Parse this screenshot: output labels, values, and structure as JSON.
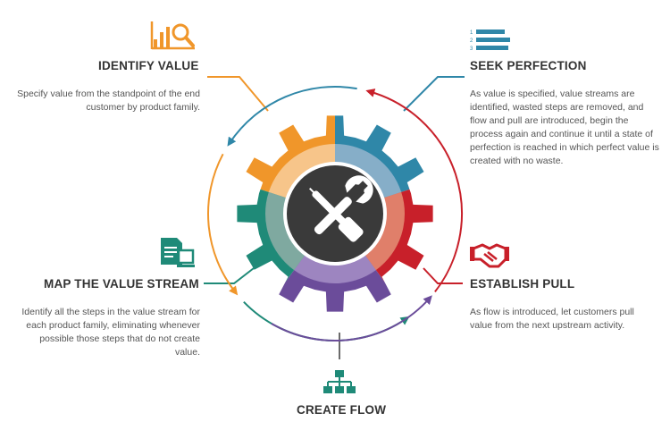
{
  "colors": {
    "orange": "#f0962a",
    "blue": "#2f87a8",
    "red": "#c8202a",
    "purple": "#6b4c9a",
    "teal": "#1f8a78",
    "gray": "#6b6b6b",
    "dark": "#333333"
  },
  "center": {
    "icon": "wrench-screwdriver-icon"
  },
  "steps": {
    "identify": {
      "title": "IDENTIFY VALUE",
      "desc": "Specify value from the standpoint of the end customer by product family.",
      "icon": "chart-magnifier-icon"
    },
    "seek": {
      "title": "SEEK PERFECTION",
      "desc": "As value is specified, value streams are identified, wasted steps are removed, and flow and pull are introduced, begin the process again and continue it until a state of perfection is reached in which perfect value is created with no waste.",
      "icon": "numbered-list-icon",
      "numbers": [
        "1",
        "2",
        "3"
      ]
    },
    "pull": {
      "title": "ESTABLISH PULL",
      "desc": "As flow is introduced, let customers pull value from the next upstream activity.",
      "icon": "handshake-icon"
    },
    "map": {
      "title": "MAP THE VALUE STREAM",
      "desc": "Identify all the steps in the value stream for each product family, eliminating whenever possible those steps that do not create value.",
      "icon": "documents-icon"
    },
    "flow": {
      "title": "CREATE FLOW",
      "icon": "flowchart-icon"
    }
  }
}
